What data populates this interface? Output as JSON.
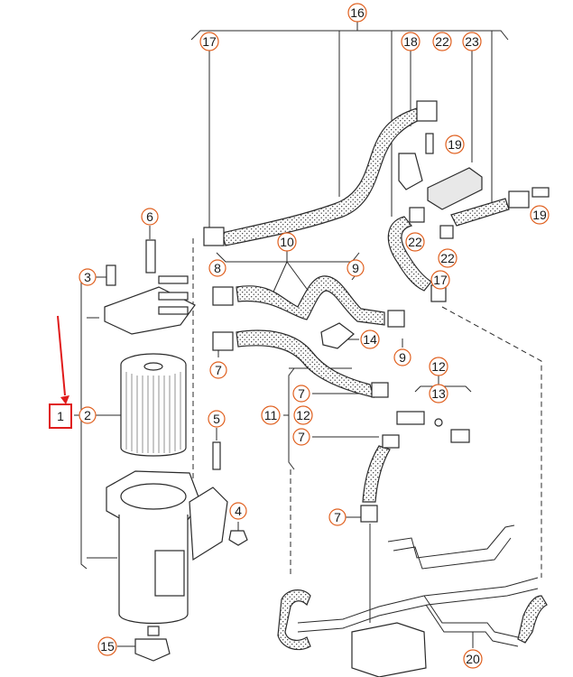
{
  "callouts": [
    {
      "id": "c16",
      "text": "16"
    },
    {
      "id": "c17a",
      "text": "17"
    },
    {
      "id": "c18",
      "text": "18"
    },
    {
      "id": "c22a",
      "text": "22"
    },
    {
      "id": "c23",
      "text": "23"
    },
    {
      "id": "c19a",
      "text": "19"
    },
    {
      "id": "c19b",
      "text": "19"
    },
    {
      "id": "c6",
      "text": "6"
    },
    {
      "id": "c10",
      "text": "10"
    },
    {
      "id": "c22b",
      "text": "22"
    },
    {
      "id": "c22c",
      "text": "22"
    },
    {
      "id": "c17b",
      "text": "17"
    },
    {
      "id": "c3",
      "text": "3"
    },
    {
      "id": "c8",
      "text": "8"
    },
    {
      "id": "c9a",
      "text": "9"
    },
    {
      "id": "c14",
      "text": "14"
    },
    {
      "id": "c7a",
      "text": "7"
    },
    {
      "id": "c9b",
      "text": "9"
    },
    {
      "id": "c12a",
      "text": "12"
    },
    {
      "id": "c7b",
      "text": "7"
    },
    {
      "id": "c13",
      "text": "13"
    },
    {
      "id": "c11",
      "text": "11"
    },
    {
      "id": "c12b",
      "text": "12"
    },
    {
      "id": "c2",
      "text": "2"
    },
    {
      "id": "c1",
      "text": "1"
    },
    {
      "id": "c7c",
      "text": "7"
    },
    {
      "id": "c5",
      "text": "5"
    },
    {
      "id": "c4",
      "text": "4"
    },
    {
      "id": "c7d",
      "text": "7"
    },
    {
      "id": "c15",
      "text": "15"
    },
    {
      "id": "c20",
      "text": "20"
    }
  ],
  "colors": {
    "callout_ring": "#e0601f",
    "highlight": "#e01b1b",
    "line": "#2a2a2a"
  }
}
